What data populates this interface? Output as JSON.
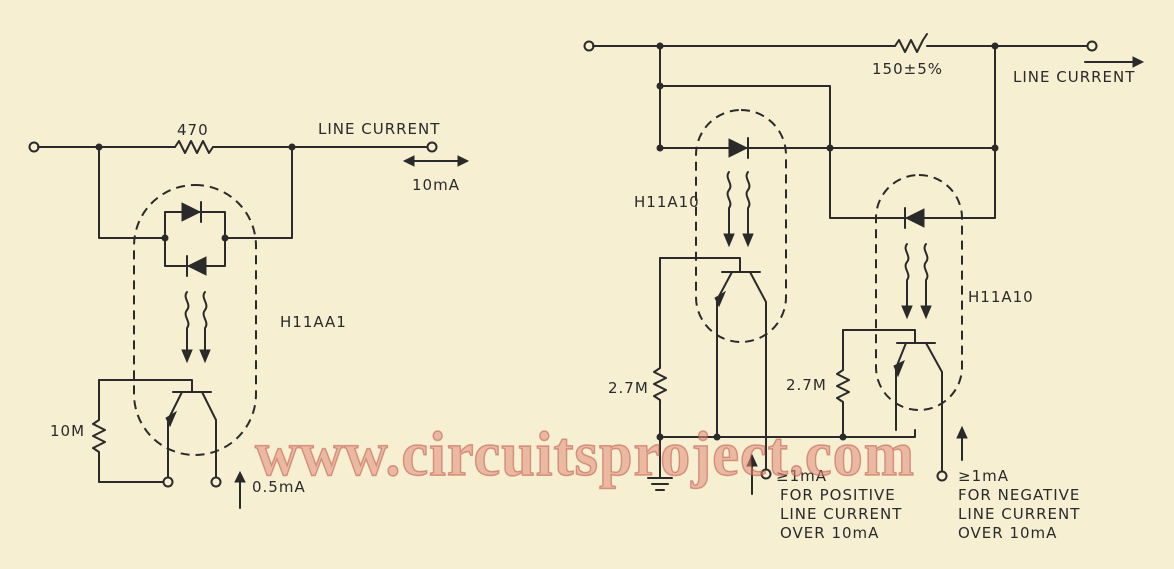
{
  "left_circuit": {
    "resistor_value": "470",
    "line_current_label": "LINE CURRENT",
    "current_value": "10mA",
    "coupler_label": "H11AA1",
    "resistor_10m": "10M",
    "output_current": "0.5mA"
  },
  "right_circuit": {
    "resistor_value": "150±5%",
    "line_current_label": "LINE CURRENT",
    "coupler1_label": "H11A10",
    "coupler2_label": "H11A10",
    "resistor1": "2.7M",
    "resistor2": "2.7M",
    "positive_out": [
      "≥1mA",
      "FOR POSITIVE",
      "LINE CURRENT",
      "OVER 10mA"
    ],
    "negative_out": [
      "≥1mA",
      "FOR NEGATIVE",
      "LINE CURRENT",
      "OVER 10mA"
    ]
  },
  "watermark": "www.circuitsproject.com",
  "colors": {
    "background": "#f6efd2",
    "ink": "#2a2a2a",
    "watermark": "#e28c78"
  }
}
